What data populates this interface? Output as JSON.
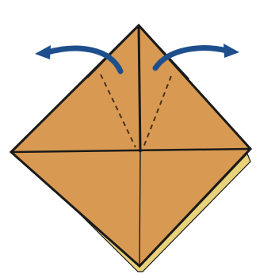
{
  "diagram": {
    "colors": {
      "paper_fill": "#D89A52",
      "paper_edge": "#1A1A1A",
      "underside_fill": "#E8D27A",
      "arrow": "#1E4F8C",
      "dashed_fold": "#4A3218"
    },
    "elements": {
      "arrows": [
        "fold-back-arrow-left",
        "fold-back-arrow-right"
      ],
      "fold_lines": [
        "valley-fold-dashed-left",
        "valley-fold-dashed-right"
      ],
      "crease_lines": [
        "horizontal-crease",
        "vertical-crease"
      ]
    }
  }
}
